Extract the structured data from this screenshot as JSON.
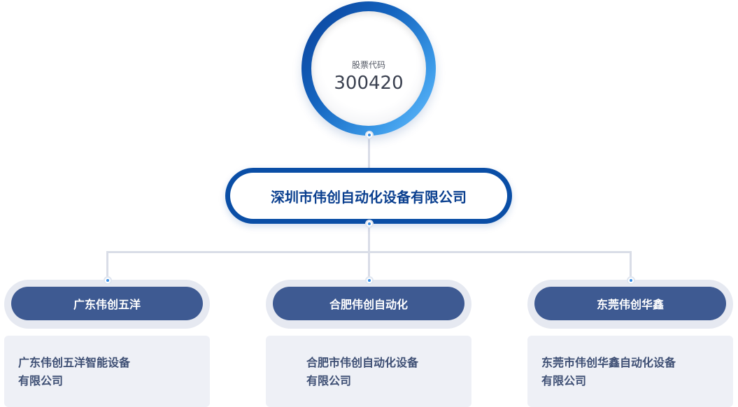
{
  "stock": {
    "label": "股票代码",
    "code": "300420"
  },
  "company": {
    "name": "深圳市伟创自动化设备有限公司"
  },
  "subsidiaries": [
    {
      "short_name": "广东伟创五洋",
      "full_name_line1": "广东伟创五洋智能设备",
      "full_name_line2": "有限公司"
    },
    {
      "short_name": "合肥伟创自动化",
      "full_name_line1": "合肥市伟创自动化设备",
      "full_name_line2": "有限公司"
    },
    {
      "short_name": "东莞伟创华鑫",
      "full_name_line1": "东莞市伟创华鑫自动化设备",
      "full_name_line2": "有限公司"
    }
  ],
  "colors": {
    "primary": "#0a4ea6",
    "pill": "#3e5a92",
    "accent": "#3a8fe6",
    "connector": "#d9dde7"
  }
}
